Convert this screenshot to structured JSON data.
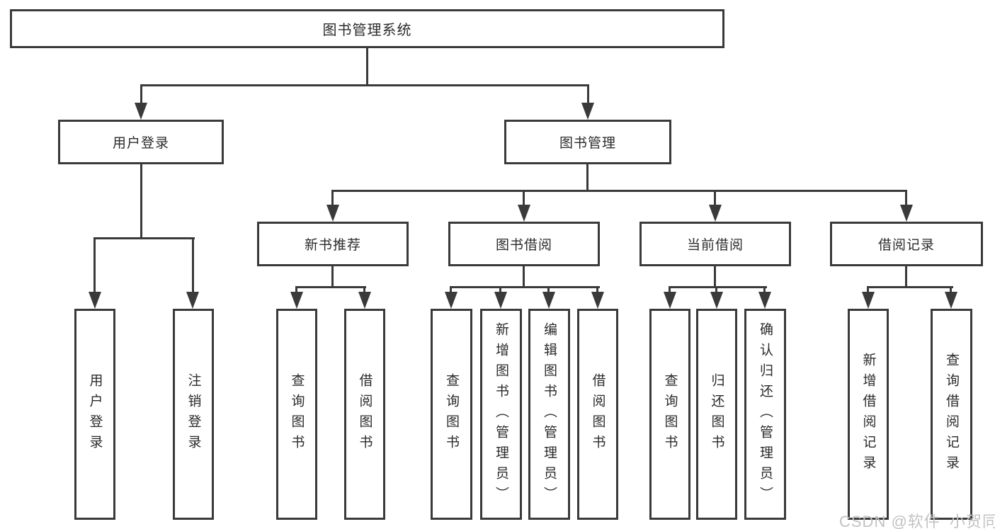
{
  "tree": {
    "label": "图书管理系统",
    "children": [
      {
        "label": "用户登录",
        "children": [
          {
            "label": "用户登录"
          },
          {
            "label": "注销登录"
          }
        ]
      },
      {
        "label": "图书管理",
        "children": [
          {
            "label": "新书推荐",
            "children": [
              {
                "label": "查询图书"
              },
              {
                "label": "借阅图书"
              }
            ]
          },
          {
            "label": "图书借阅",
            "children": [
              {
                "label": "查询图书"
              },
              {
                "label": "新增图书（管理员）"
              },
              {
                "label": "编辑图书（管理员）"
              },
              {
                "label": "借阅图书"
              }
            ]
          },
          {
            "label": "当前借阅",
            "children": [
              {
                "label": "查询图书"
              },
              {
                "label": "归还图书"
              },
              {
                "label": "确认归还（管理员）"
              }
            ]
          },
          {
            "label": "借阅记录",
            "children": [
              {
                "label": "新增借阅记录"
              },
              {
                "label": "查询借阅记录"
              }
            ]
          }
        ]
      }
    ]
  },
  "watermark": {
    "text": "CSDN @软件_小贺同学"
  },
  "colors": {
    "line": "#3a3a3a",
    "text": "#2b2b2b",
    "watermark": "#c2c2c2",
    "background": "#ffffff"
  }
}
